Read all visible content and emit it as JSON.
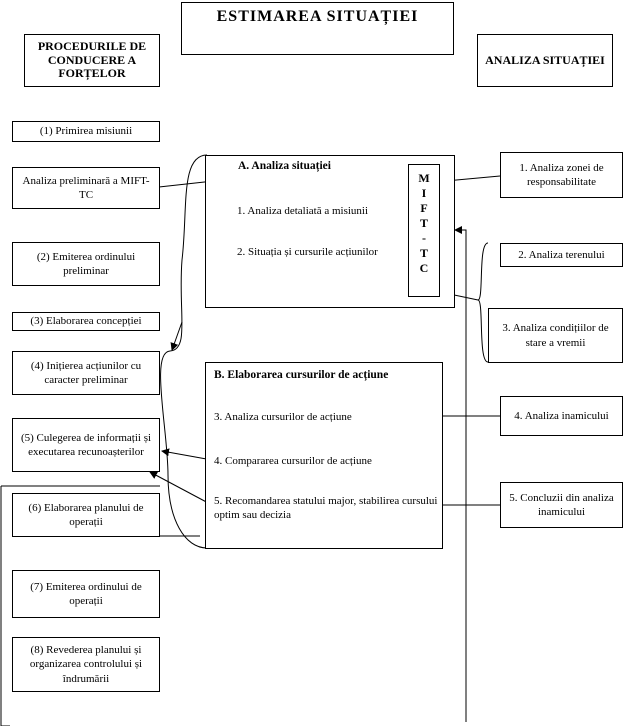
{
  "title": "ESTIMAREA SITUAȚIEI",
  "left_header": "PROCEDURILE DE CONDUCERE A FORȚELOR",
  "right_header": "ANALIZA SITUAȚIEI",
  "left_steps": [
    "(1) Primirea misiunii",
    "Analiza preliminară a MIFT-TC",
    "(2) Emiterea ordinului preliminar",
    "(3) Elaborarea concepției",
    "(4) Inițierea acțiunilor cu caracter preliminar",
    "(5) Culegerea de informații și executarea recunoașterilor",
    "(6) Elaborarea planului de operații",
    "(7) Emiterea ordinului de operații",
    "(8) Revederea planului și organizarea controlului și îndrumării"
  ],
  "section_a": {
    "heading": "A.   Analiza situației",
    "items": [
      "1. Analiza detaliată a misiunii",
      "2. Situația și cursurile acțiunilor"
    ]
  },
  "mift_letters": [
    "M",
    "I",
    "F",
    "T",
    "-",
    "T",
    "C"
  ],
  "section_b": {
    "heading": "B. Elaborarea cursurilor de acțiune",
    "items": [
      "3. Analiza cursurilor de acțiune",
      "4. Compararea cursurilor de acțiune",
      "5. Recomandarea statului major, stabilirea cursului optim sau decizia"
    ]
  },
  "right_items": [
    "1. Analiza zonei de responsabilitate",
    "2. Analiza terenului",
    "3. Analiza condițiilor de stare a vremii",
    "4. Analiza inamicului",
    "5. Concluzii din analiza inamicului"
  ]
}
